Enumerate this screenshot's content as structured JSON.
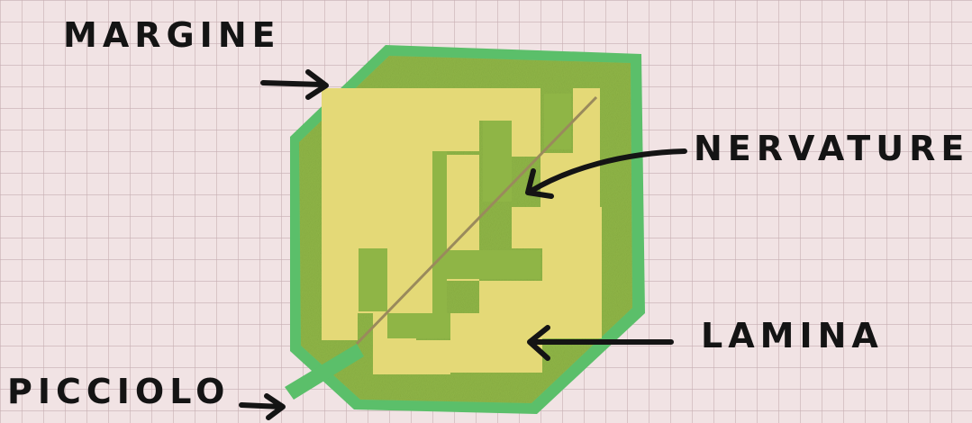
{
  "labels": {
    "margine": "MARGINE",
    "nervature": "NERVATURE",
    "lamina": "LAMINA",
    "picciolo": "PICCIOLO"
  },
  "colors": {
    "paper": "#f1e3e4",
    "grid": "#c9b2b6",
    "margin_green": "#5bbf6a",
    "crayon_green": "#8bb34a",
    "lamina_yellow": "#e3d774",
    "ink": "#141414"
  }
}
